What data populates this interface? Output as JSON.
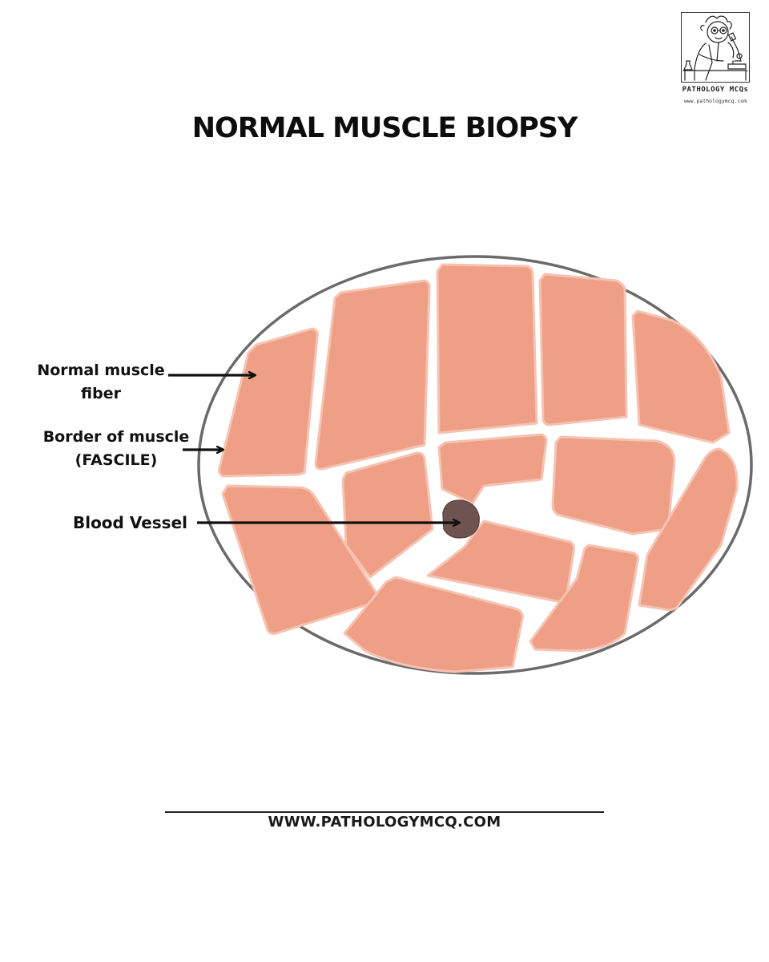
{
  "title": "NORMAL MUSCLE BIOPSY",
  "logo": {
    "name": "PATHOLOGY MCQs",
    "url": "www.pathologymcq.com",
    "icon": "scientist-with-microscope-icon"
  },
  "labels": {
    "normal_fiber_line1": "Normal muscle",
    "normal_fiber_line2": "fiber",
    "border_line1": "Border of muscle",
    "border_line2": "(FASCILE)",
    "blood_vessel": "Blood Vessel"
  },
  "footer": {
    "url": "WWW.PATHOLOGYMCQ.COM"
  },
  "colors": {
    "fiber": "#ee9f86",
    "fiber_edge": "#f6c3b2",
    "vessel": "#6e5450",
    "fascicle_border": "#6a6a6a",
    "arrow": "#111111"
  }
}
